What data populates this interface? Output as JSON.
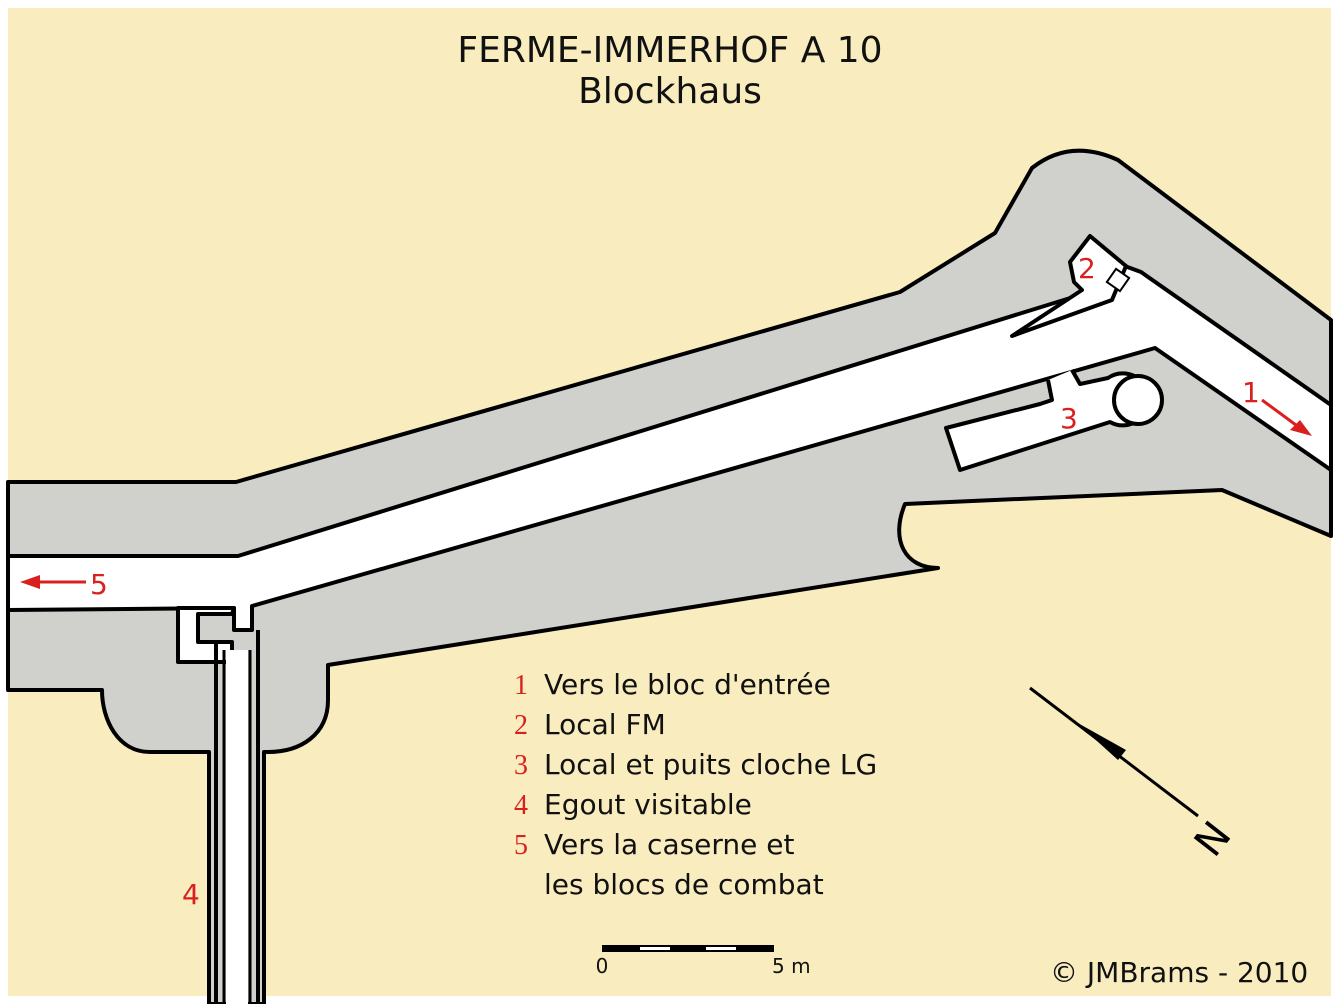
{
  "title": {
    "line1": "FERME-IMMERHOF A 10",
    "line2": "Blockhaus"
  },
  "colors": {
    "ground": "#f9edbf",
    "concrete": "#d0d0cc",
    "gallery": "#ffffff",
    "outline": "#000000",
    "accent": "#d9201f"
  },
  "tags": {
    "t1": "1",
    "t2": "2",
    "t3": "3",
    "t4": "4",
    "t5": "5"
  },
  "legend": [
    {
      "num": "1",
      "text": "Vers le bloc d'entrée"
    },
    {
      "num": "2",
      "text": "Local FM"
    },
    {
      "num": "3",
      "text": "Local et puits cloche LG"
    },
    {
      "num": "4",
      "text": "Egout visitable"
    },
    {
      "num": "5",
      "text": "Vers la caserne et"
    },
    {
      "num": "",
      "text": "les blocs de combat"
    }
  ],
  "scale": {
    "start_label": "0",
    "end_label": "5 m"
  },
  "north": {
    "letter": "N",
    "icon": "north-arrow-icon"
  },
  "credit": "©  JMBrams - 2010"
}
